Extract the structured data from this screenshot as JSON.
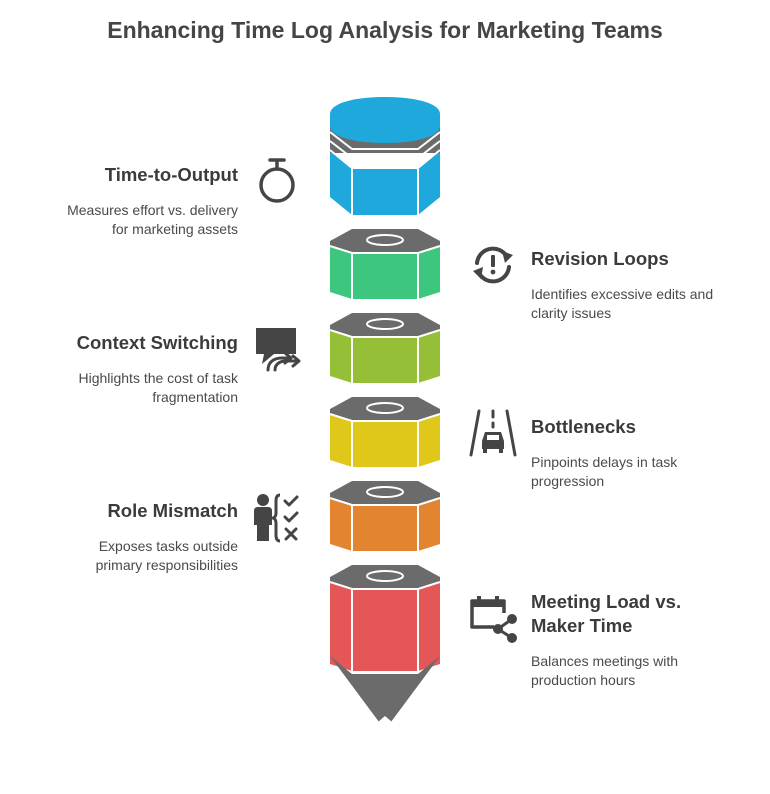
{
  "title": "Enhancing Time Log Analysis for Marketing Teams",
  "items": [
    {
      "heading": "Time-to-Output",
      "description": "Measures effort vs. delivery\nfor marketing assets",
      "icon": "stopwatch-icon",
      "color": "#1ea8dc"
    },
    {
      "heading": "Revision Loops",
      "description": "Identifies excessive edits and\nclarity issues",
      "icon": "refresh-alert-icon",
      "color": "#3cc67e"
    },
    {
      "heading": "Context Switching",
      "description": "Highlights the cost of task\nfragmentation",
      "icon": "chat-forward-icon",
      "color": "#95bf36"
    },
    {
      "heading": "Bottlenecks",
      "description": "Pinpoints delays in task\nprogression",
      "icon": "car-road-icon",
      "color": "#e0c81a"
    },
    {
      "heading": "Role Mismatch",
      "description": "Exposes tasks outside\nprimary responsibilities",
      "icon": "person-checklist-icon",
      "color": "#e38430"
    },
    {
      "heading": "Meeting Load vs.\nMaker Time",
      "description": "Balances meetings with\nproduction hours",
      "icon": "calendar-share-icon",
      "color": "#e55656"
    }
  ],
  "colors": {
    "cap": "#6b6b6b",
    "text": "#3d3d3d"
  }
}
